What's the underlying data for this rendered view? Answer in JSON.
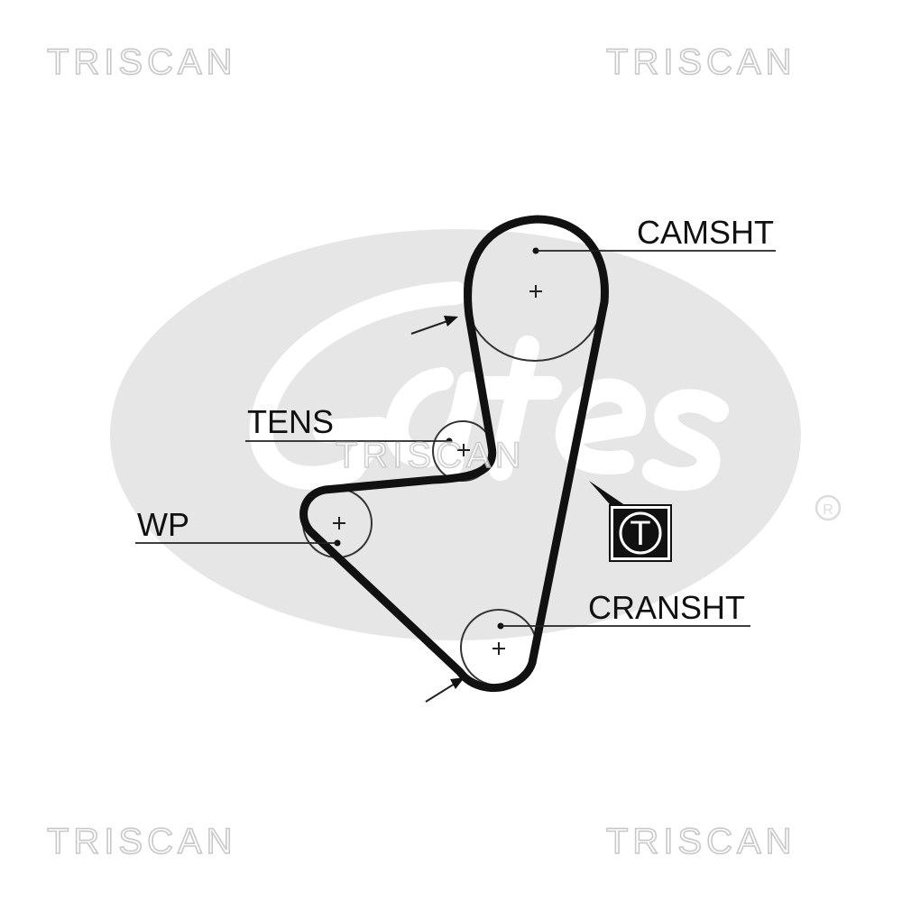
{
  "watermarks": {
    "top_left": "TRISCAN",
    "top_right": "TRISCAN",
    "center": "TRISCAN",
    "bottom_left": "TRISCAN",
    "bottom_right": "TRISCAN",
    "logo_icon": "gates-logo-icon",
    "logo_text": "Gates"
  },
  "labels": {
    "camshaft": "CAMSHT",
    "tensioner": "TENS",
    "water_pump": "WP",
    "crankshaft": "CRANSHT",
    "tensioner_symbol": "T"
  },
  "icons": {
    "tensioner_symbol": "tensioner-symbol-icon",
    "arrow": "direction-arrow-icon",
    "registered": "registered-mark-icon"
  },
  "colors": {
    "belt": "#111111",
    "watermark": "#c8c8c8",
    "logo": "#e6e6e6"
  }
}
